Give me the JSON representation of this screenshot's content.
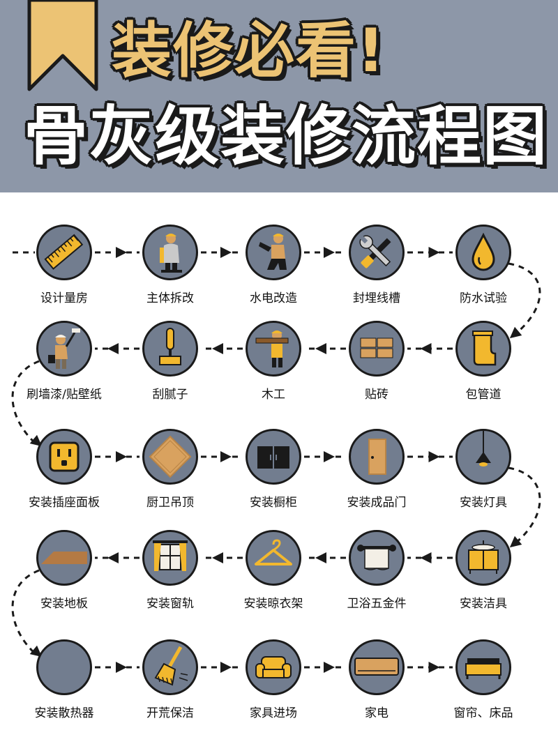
{
  "header": {
    "title_line1": "装修必看!",
    "title_line2": "骨灰级装修流程图",
    "background_color": "#8d97a8",
    "accent_color": "#ecc374"
  },
  "flow": {
    "circle_color": "#727d8f",
    "steps": [
      {
        "label": "设计量房",
        "icon": "ruler-icon"
      },
      {
        "label": "主体拆改",
        "icon": "demolition-worker-icon"
      },
      {
        "label": "水电改造",
        "icon": "electrician-worker-icon"
      },
      {
        "label": "封埋线槽",
        "icon": "wrench-screwdriver-icon"
      },
      {
        "label": "防水试验",
        "icon": "water-drop-icon"
      },
      {
        "label": "包管道",
        "icon": "pipe-icon"
      },
      {
        "label": "贴砖",
        "icon": "tiles-icon"
      },
      {
        "label": "木工",
        "icon": "carpenter-worker-icon"
      },
      {
        "label": "刮腻子",
        "icon": "paint-roller-icon"
      },
      {
        "label": "刷墙漆/贴壁纸",
        "icon": "painter-worker-icon"
      },
      {
        "label": "安装插座面板",
        "icon": "power-socket-icon"
      },
      {
        "label": "厨卫吊顶",
        "icon": "ceiling-panel-icon"
      },
      {
        "label": "安装橱柜",
        "icon": "cabinet-icon"
      },
      {
        "label": "安装成品门",
        "icon": "door-icon"
      },
      {
        "label": "安装灯具",
        "icon": "pendant-lamp-icon"
      },
      {
        "label": "安装洁具",
        "icon": "bathroom-vanity-icon"
      },
      {
        "label": "卫浴五金件",
        "icon": "towel-holder-icon"
      },
      {
        "label": "安装晾衣架",
        "icon": "clothes-hanger-icon"
      },
      {
        "label": "安装窗轨",
        "icon": "window-curtain-icon"
      },
      {
        "label": "安装地板",
        "icon": "floor-board-icon"
      },
      {
        "label": "安装散热器",
        "icon": "radiator-icon"
      },
      {
        "label": "开荒保洁",
        "icon": "broom-icon"
      },
      {
        "label": "家具进场",
        "icon": "sofa-icon"
      },
      {
        "label": "家电",
        "icon": "air-conditioner-icon"
      },
      {
        "label": "窗帘、床品",
        "icon": "bed-icon"
      }
    ]
  }
}
